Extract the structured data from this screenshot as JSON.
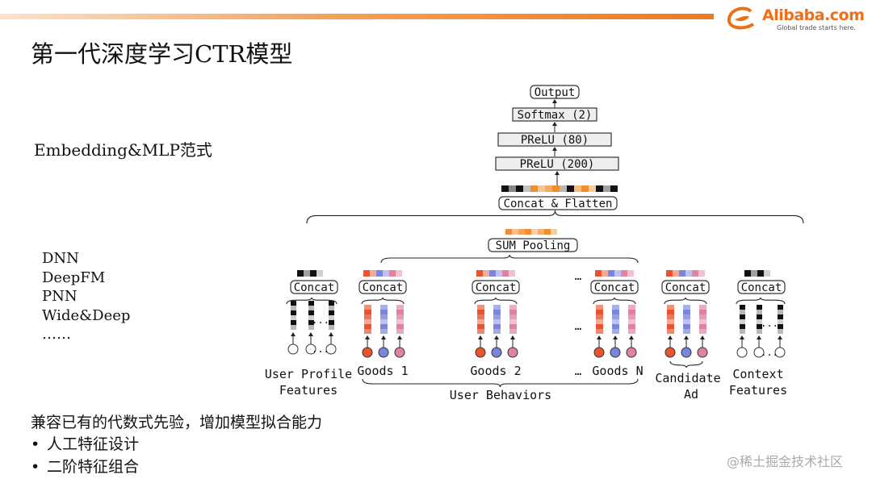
{
  "header": {
    "logo_text": "Alibaba.com",
    "logo_tagline": "Global trade starts here.",
    "brand_color": "#ee7a1e"
  },
  "slide": {
    "title": "第一代深度学习CTR模型",
    "paradigm": "Embedding&MLP范式",
    "models": [
      "DNN",
      "DeepFM",
      "PNN",
      "Wide&Deep",
      "……"
    ],
    "compat_text": "兼容已有的代数式先验，增加模型拟合能力",
    "bullets": [
      "人工特征设计",
      "二阶特征组合"
    ]
  },
  "diagram": {
    "layers": {
      "output": "Output",
      "softmax": "Softmax (2)",
      "prelu80": "PReLU (80)",
      "prelu200": "PReLU (200)",
      "concat_flatten": "Concat & Flatten",
      "sum_pooling": "SUM Pooling"
    },
    "concat_label": "Concat",
    "ellipsis": "…",
    "dots": "...",
    "groups": {
      "user_profile": [
        "User Profile",
        "Features"
      ],
      "goods_1": "Goods 1",
      "goods_2": "Goods 2",
      "goods_n": "Goods N",
      "candidate_ad": [
        "Candidate",
        "Ad"
      ],
      "context": [
        "Context",
        "Features"
      ],
      "user_behaviors": "User Behaviors"
    },
    "colors": {
      "red": "#e8542f",
      "blue": "#7a85dc",
      "pink": "#e083a0",
      "orange": "#ef8d2f",
      "black": "#111111",
      "gray": "#bbbbbb",
      "box_fill": "#eeeeee"
    }
  },
  "watermark": "@稀土掘金技术社区"
}
